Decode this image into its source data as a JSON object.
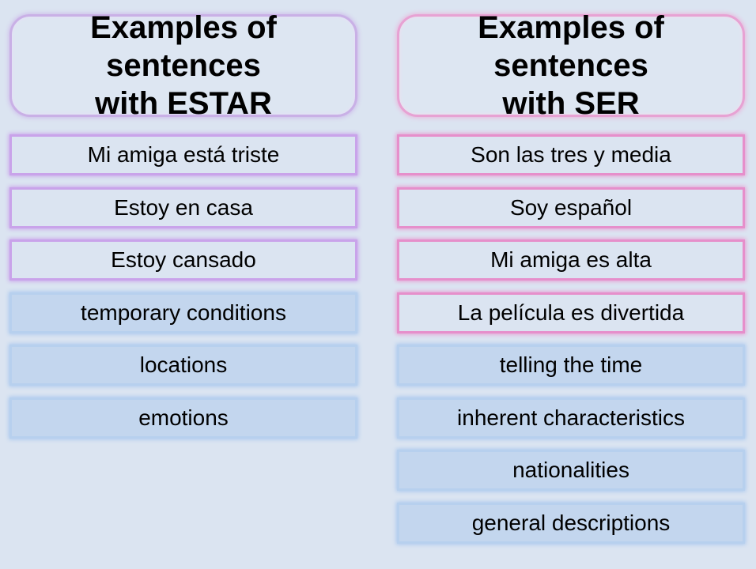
{
  "estar": {
    "title_line1": "Examples of sentences",
    "title_line2": "with ESTAR",
    "items": [
      {
        "text": "Mi amiga está triste",
        "kind": "sentence"
      },
      {
        "text": "Estoy en casa",
        "kind": "sentence"
      },
      {
        "text": "Estoy cansado",
        "kind": "sentence"
      },
      {
        "text": "temporary conditions",
        "kind": "usage"
      },
      {
        "text": "locations",
        "kind": "usage"
      },
      {
        "text": "emotions",
        "kind": "usage"
      }
    ]
  },
  "ser": {
    "title_line1": "Examples of sentences",
    "title_line2": "with SER",
    "items": [
      {
        "text": "Son las tres y media",
        "kind": "sentence"
      },
      {
        "text": "Soy español",
        "kind": "sentence"
      },
      {
        "text": "Mi amiga es alta",
        "kind": "sentence"
      },
      {
        "text": "La película es divertida",
        "kind": "sentence"
      },
      {
        "text": "telling the time",
        "kind": "usage"
      },
      {
        "text": "inherent characteristics",
        "kind": "usage"
      },
      {
        "text": "nationalities",
        "kind": "usage"
      },
      {
        "text": "general descriptions",
        "kind": "usage"
      }
    ]
  },
  "colors": {
    "background": "#dbe4f1",
    "estar_border": "#c9a3ea",
    "ser_border": "#e68fcb",
    "usage_fill": "#c3d6ee",
    "usage_border": "#b7d0ee"
  }
}
